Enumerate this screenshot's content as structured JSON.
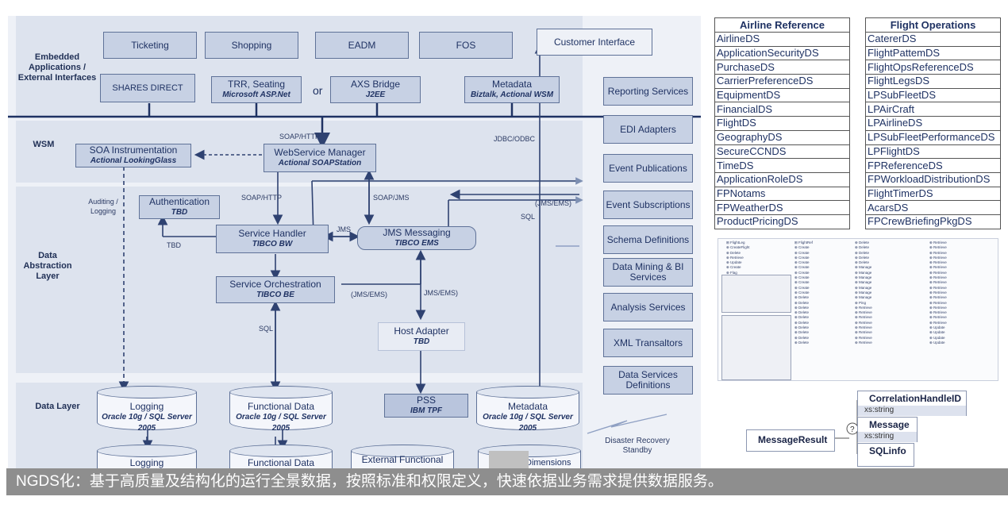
{
  "diagram": {
    "layers": {
      "embedded": "Embedded Applications / External Interfaces",
      "wsm": "WSM",
      "data_abstraction": "Data Abstraction Layer",
      "data_layer": "Data Layer"
    },
    "top_apps": [
      "Ticketing",
      "Shopping",
      "EADM",
      "FOS",
      "Customer Interface"
    ],
    "shares_direct": "SHARES DIRECT",
    "trr": {
      "name": "TRR, Seating",
      "sub": "Microsoft ASP.Net"
    },
    "or_text": "or",
    "axs": {
      "name": "AXS Bridge",
      "sub": "J2EE"
    },
    "metadata_top": {
      "name": "Metadata",
      "sub": "Biztalk, Actional WSM"
    },
    "soa": {
      "name": "SOA Instrumentation",
      "sub": "Actional LookingGlass"
    },
    "wsm_box": {
      "name": "WebService Manager",
      "sub": "Actional SOAPStation"
    },
    "auth": {
      "name": "Authentication",
      "sub": "TBD"
    },
    "service_handler": {
      "name": "Service Handler",
      "sub": "TIBCO BW"
    },
    "jms_messaging": {
      "name": "JMS Messaging",
      "sub": "TIBCO EMS"
    },
    "orchestration": {
      "name": "Service Orchestration",
      "sub": "TIBCO BE"
    },
    "host_adapter": {
      "name": "Host Adapter",
      "sub": "TBD"
    },
    "pss": {
      "name": "PSS",
      "sub": "IBM TPF"
    },
    "labels": {
      "soap_http_top": "SOAP/HTTP",
      "jdbc_odbc": "JDBC/ODBC",
      "soap_http": "SOAP/HTTP",
      "soap_jms": "SOAP/JMS",
      "jms_ems_right": "(JMS/EMS)",
      "sql_right": "SQL",
      "auditing": "Auditing / Logging",
      "tbd": "TBD",
      "jms": "JMS",
      "jms_ems_mid": "(JMS/EMS)",
      "jms_ems_host": "JMS/EMS)",
      "sql_left": "SQL"
    },
    "cylinders": [
      {
        "name": "Logging",
        "sub": "Oracle 10g / SQL Server 2005"
      },
      {
        "name": "Functional Data",
        "sub": "Oracle 10g / SQL Server 2005"
      },
      {
        "name": "Metadata",
        "sub": "Oracle 10g / SQL Server 2005"
      }
    ],
    "lower_cylinders": [
      "Logging",
      "Functional Data",
      "External Functional",
      "Dimensions"
    ],
    "right_services": [
      "Reporting Services",
      "EDI Adapters",
      "Event Publications",
      "Event Subscriptions",
      "Schema Definitions",
      "Data Mining & BI Services",
      "Analysis Services",
      "XML Transaltors",
      "Data Services Definitions"
    ],
    "disaster_recovery": "Disaster Recovery Standby"
  },
  "airline_reference": {
    "title": "Airline Reference",
    "items": [
      "AirlineDS",
      "ApplicationSecurityDS",
      "PurchaseDS",
      "CarrierPreferenceDS",
      "EquipmentDS",
      "FinancialDS",
      "FlightDS",
      "GeographyDS",
      "SecureCCNDS",
      "TimeDS",
      "ApplicationRoleDS",
      "FPNotams",
      "FPWeatherDS",
      "ProductPricingDS"
    ]
  },
  "flight_operations": {
    "title": "Flight Operations",
    "items": [
      "CatererDS",
      "FlightPattemDS",
      "FlightOpsReferenceDS",
      "FlightLegsDS",
      "LPSubFleetDS",
      "LPAirCraft",
      "LPAirlineDS",
      "LPSubFleetPerformanceDS",
      "LPFlightDS",
      "FPReferenceDS",
      "FPWorkloadDistributionDS",
      "FlightTimerDS",
      "AcarsDS",
      "FPCrewBriefingPkgDS"
    ]
  },
  "schema": {
    "nodes": [
      {
        "name": "CorrelationHandleID",
        "type": "xs:string"
      },
      {
        "name": "Message",
        "type": "xs:string"
      },
      {
        "name": "SQLinfo",
        "type": ""
      }
    ],
    "result": "MessageResult"
  },
  "banner": "NGDS化：基于高质量及结构化的运行全景数据，按照标准和权限定义，快速依据业务需求提供数据服务。"
}
